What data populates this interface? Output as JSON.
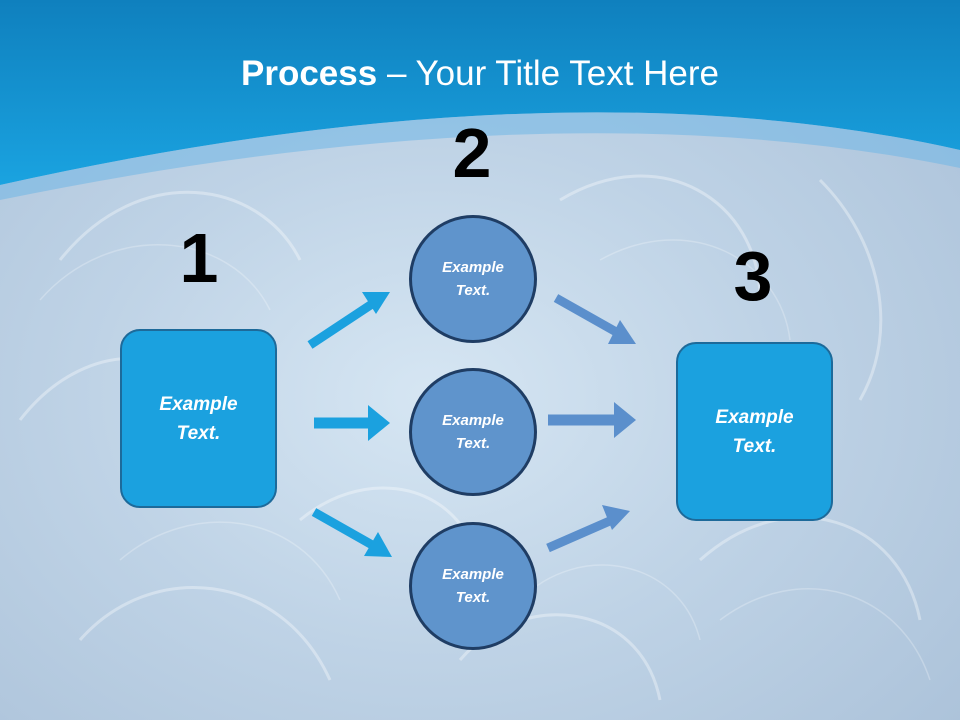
{
  "slide": {
    "title_bold": "Process",
    "title_rest": " – Your Title Text Here"
  },
  "steps": {
    "num1": "1",
    "num2": "2",
    "num3": "3"
  },
  "boxes": {
    "left_text": "Example\nText.",
    "right_text": "Example\nText."
  },
  "circles": [
    {
      "text": "Example\nText."
    },
    {
      "text": "Example\nText."
    },
    {
      "text": "Example\nText."
    }
  ],
  "colors": {
    "header": "#1492d0",
    "box": "#1ba1df",
    "circle": "#5f94cc",
    "arrow_bright": "#1ba1df",
    "arrow_muted": "#5b8fcc"
  }
}
